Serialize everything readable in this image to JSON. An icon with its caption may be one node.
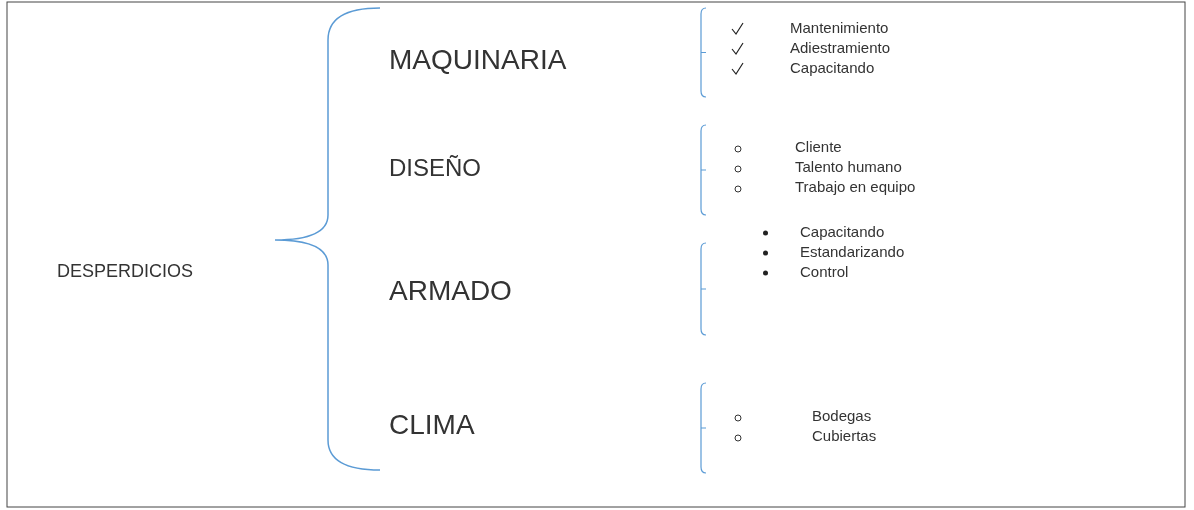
{
  "diagram": {
    "labels": [
      "DESPERDICIOS",
      "MAQUINARIA",
      "Mantenimiento",
      "Adiestramiento",
      "Capacitando",
      "DISEÑO",
      "Cliente",
      "Talento humano",
      "Trabajo en equipo",
      "ARMADO",
      "Capacitando",
      "Estandarizando",
      "Control",
      "CLIMA",
      "Bodegas",
      "Cubiertas"
    ]
  }
}
